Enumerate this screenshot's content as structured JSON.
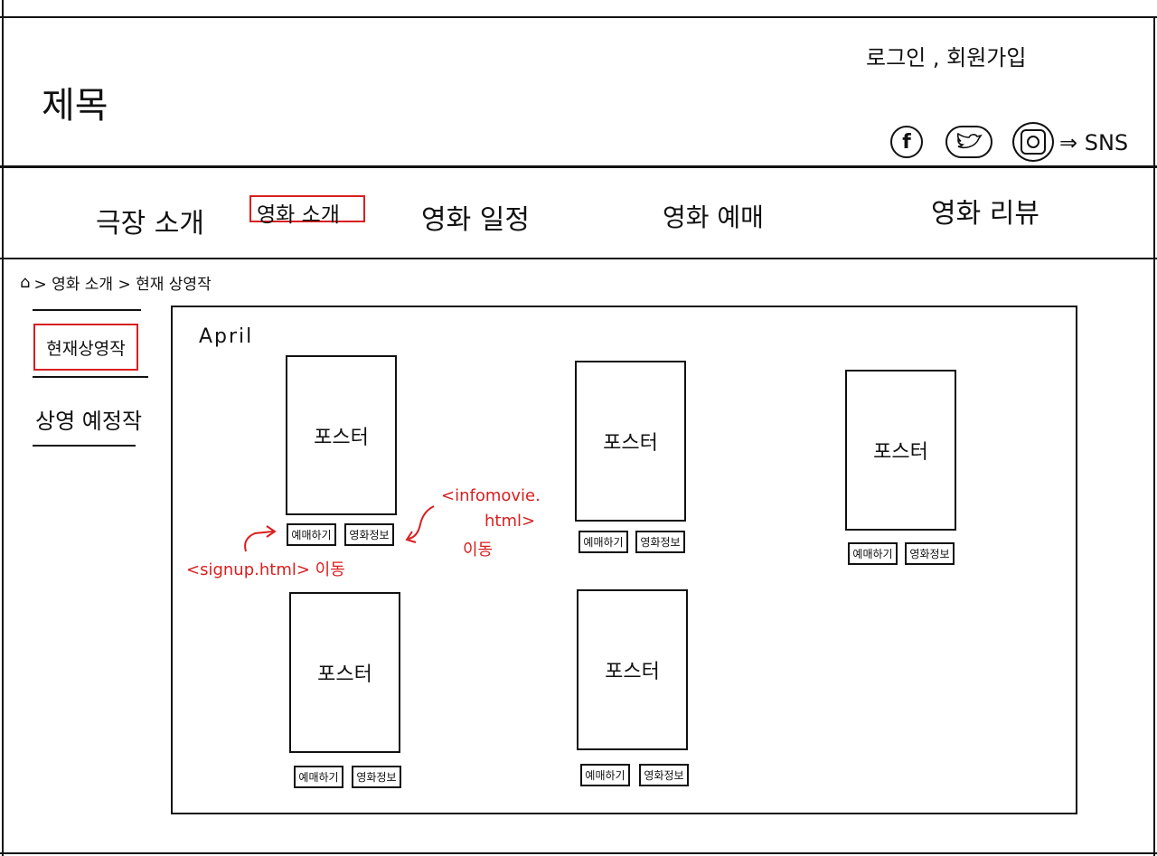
{
  "header": {
    "title": "제목",
    "auth": "로그인 , 회원가입",
    "sns_label": "⇒ SNS",
    "sns_icons": [
      "facebook-icon",
      "twitter-icon",
      "instagram-icon"
    ]
  },
  "nav": {
    "items": [
      "극장 소개",
      "영화 소개",
      "영화 일정",
      "영화 예매",
      "영화 리뷰"
    ],
    "active_index": 1
  },
  "breadcrumb": {
    "home_icon": "home-icon",
    "text": "> 영화 소개 > 현재 상영작"
  },
  "sidebar": {
    "items": [
      "현재상영작",
      "상영 예정작"
    ],
    "active_index": 0
  },
  "main": {
    "month": "April",
    "poster_label": "포스터",
    "reserve_label": "예매하기",
    "info_label": "영화정보",
    "cards_count": 5
  },
  "annotations": {
    "signup": "<signup.html> 이동",
    "info_line1": "<infomovie.",
    "info_line2": "html>",
    "info_line3": "이동"
  },
  "colors": {
    "line": "#111111",
    "annotation": "#d91f1f"
  }
}
